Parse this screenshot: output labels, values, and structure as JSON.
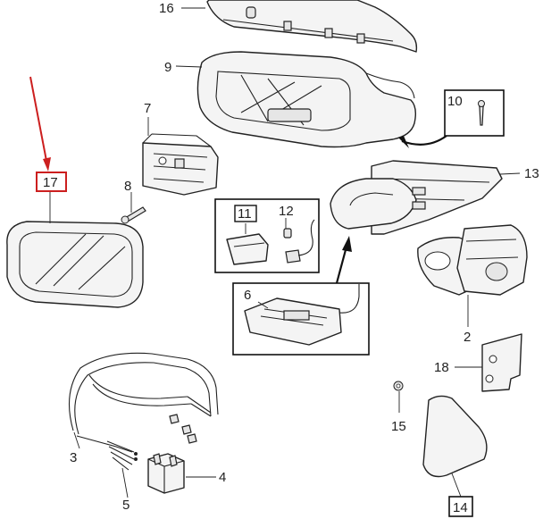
{
  "diagram": {
    "highlight_color": "#cc1f1f",
    "highlighted_part": "17",
    "part_labels": {
      "p2": "2",
      "p3": "3",
      "p4": "4",
      "p5": "5",
      "p6": "6",
      "p7": "7",
      "p8": "8",
      "p9": "9",
      "p10": "10",
      "p11": "11",
      "p12": "12",
      "p13": "13",
      "p14": "14",
      "p15": "15",
      "p16": "16",
      "p17": "17",
      "p18": "18"
    }
  }
}
